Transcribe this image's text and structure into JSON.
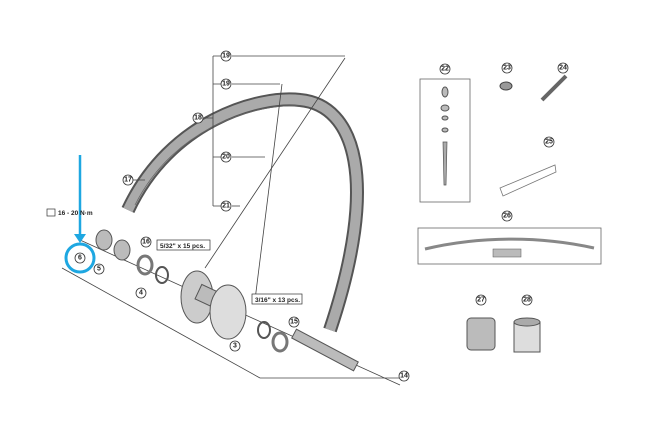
{
  "callouts": {
    "c19a": "19",
    "c19b": "19",
    "c18": "18",
    "c20": "20",
    "c21": "21",
    "c17": "17",
    "c16": "16",
    "c15": "15",
    "c14": "14",
    "c3": "3",
    "c4": "4",
    "c5": "5",
    "c6": "6",
    "c22": "22",
    "c23": "23",
    "c24": "24",
    "c25": "25",
    "c26": "26",
    "c27": "27",
    "c28": "28"
  },
  "labels": {
    "torque": "16 - 20 N·m",
    "balls_front": "5/32\" x 15 pcs.",
    "balls_rear": "3/16\" x 13 pcs."
  },
  "highlight": {
    "color": "#1ea7e1",
    "part": "6"
  }
}
